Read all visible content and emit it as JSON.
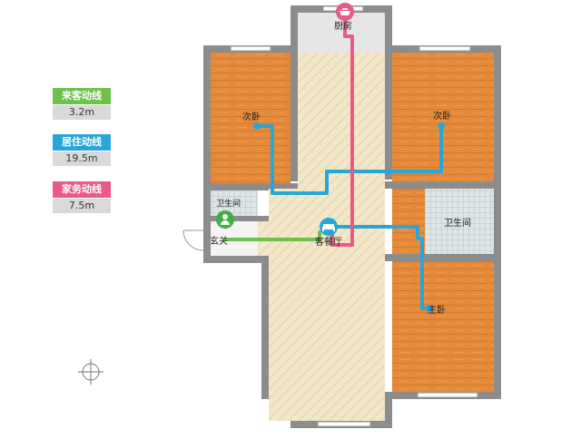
{
  "legend": {
    "visitor": {
      "label": "来客动线",
      "distance": "3.2m",
      "color": "#6cc24a"
    },
    "living": {
      "label": "居住动线",
      "distance": "19.5m",
      "color": "#29a6d8"
    },
    "housework": {
      "label": "家务动线",
      "distance": "7.5m",
      "color": "#e95a86"
    }
  },
  "rooms": {
    "kitchen": "厨房",
    "bedroom_left": "次卧",
    "bedroom_right": "次卧",
    "bathroom_small": "卫生间",
    "bathroom_right": "卫生间",
    "entrance": "玄关",
    "living_dining": "客餐厅",
    "master_bedroom": "主卧"
  },
  "icons": {
    "entrance": "person-icon",
    "living": "sofa-icon",
    "kitchen": "pot-icon",
    "compass": "compass-icon"
  }
}
